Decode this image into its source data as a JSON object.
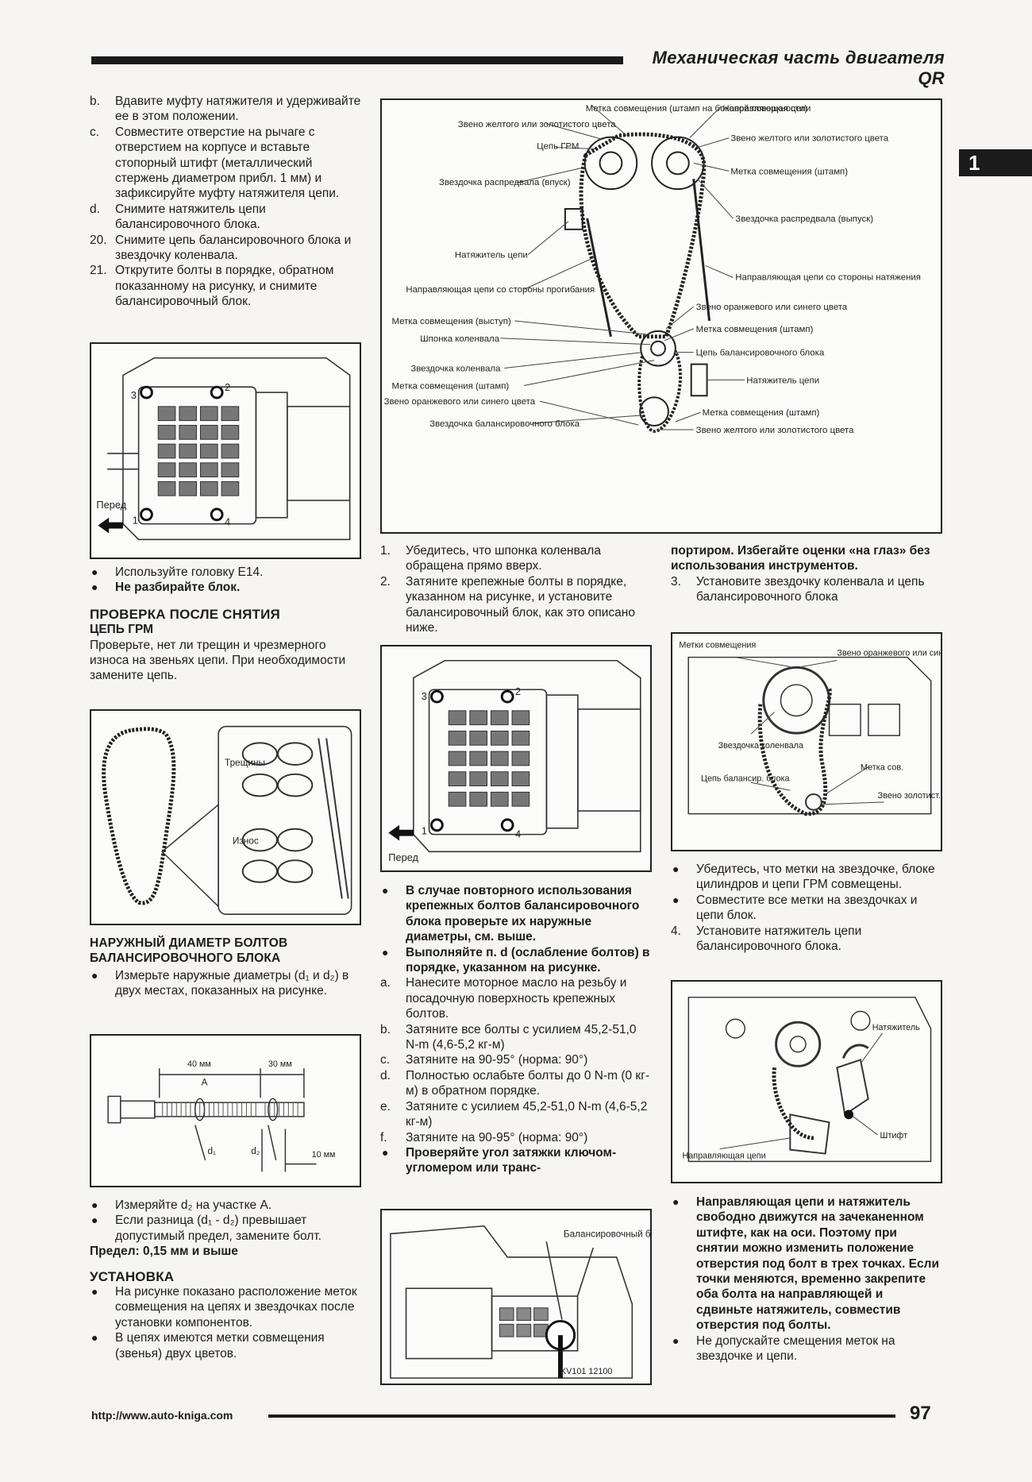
{
  "header": {
    "title": "Механическая часть двигателя QR"
  },
  "chapter_tab": "1",
  "left": {
    "steps_top": [
      {
        "marker": "b.",
        "text": "Вдавите муфту натяжителя и удерживайте ее в этом положении."
      },
      {
        "marker": "c.",
        "text": "Совместите отверстие на рычаге с отверстием на корпусе и вставьте стопорный штифт (металлический стержень диаметром прибл. 1 мм) и зафиксируйте муфту натяжителя цепи."
      },
      {
        "marker": "d.",
        "text": "Снимите натяжитель цепи балансировочного блока."
      },
      {
        "marker": "20.",
        "text": "Снимите цепь балансировочного блока и звездочку коленвала."
      },
      {
        "marker": "21.",
        "text": "Открутите болты в порядке, обратном показанному на рисунку, и снимите балансировочный блок."
      }
    ],
    "fig1": {
      "label_front": "Перед",
      "bolt_numbers": [
        "1",
        "2",
        "3",
        "4"
      ]
    },
    "bullets_after_fig1": [
      {
        "text": "Используйте головку E14.",
        "bold": false
      },
      {
        "text": "Не разбирайте блок.",
        "bold": true
      }
    ],
    "section_check": "ПРОВЕРКА ПОСЛЕ СНЯТИЯ",
    "subsection_chain": "ЦЕПЬ ГРМ",
    "chain_text": "Проверьте, нет ли трещин и чрезмерного износа на звеньях цепи. При необходимости замените цепь.",
    "fig2": {
      "label_cracks": "Трещины",
      "label_wear": "Износ"
    },
    "subsection_bolts": "НАРУЖНЫЙ ДИАМЕТР БОЛТОВ БАЛАНСИРОВОЧНОГО БЛОКА",
    "bolts_bullet": "Измерьте наружные диаметры (d₁ и d₂) в двух местах, показанных на рисунке.",
    "fig3": {
      "dim1": "40 мм",
      "dim2": "30 мм",
      "dim3": "10 мм",
      "label_a": "A",
      "d1": "d₁",
      "d2": "d₂"
    },
    "bullets_after_fig3": [
      "Измеряйте d₂ на участке A.",
      "Если разница (d₁ - d₂) превышает допустимый предел, замените болт."
    ],
    "limit": "Предел: 0,15 мм и выше",
    "section_install": "УСТАНОВКА",
    "install_bullets": [
      "На рисунке показано расположение меток совмещения на цепях и звездочках после установки компонентов.",
      "В цепях имеются метки совмещения (звенья) двух цветов."
    ]
  },
  "fig_main": {
    "labels": [
      "Метка совмещения (штамп на боковой поверхности)",
      "Направляющая цепи",
      "Звено желтого или золотистого цвета",
      "Цепь ГРМ",
      "Звено желтого или золотистого цвета",
      "Метка совмещения (штамп)",
      "Звездочка распредвала (впуск)",
      "Звездочка распредвала (выпуск)",
      "Натяжитель цепи",
      "Направляющая цепи со стороны натяжения",
      "Направляющая цепи со стороны прогибания",
      "Звено оранжевого или синего цвета",
      "Метка совмещения (выступ)",
      "Метка совмещения (штамп)",
      "Шпонка коленвала",
      "Цепь балансировочного блока",
      "Звездочка коленвала",
      "Натяжитель цепи",
      "Метка совмещения (штамп)",
      "Звено оранжевого или синего цвета",
      "Метка совмещения (штамп)",
      "Звездочка балансировочного блока",
      "Звено желтого или золотистого цвета"
    ]
  },
  "middle": {
    "steps": [
      {
        "marker": "1.",
        "text": "Убедитесь, что шпонка коленвала обращена прямо вверх."
      },
      {
        "marker": "2.",
        "text": "Затяните крепежные болты в порядке, указанном на рисунке, и установите балансировочный блок, как это описано ниже."
      }
    ],
    "fig4": {
      "label_front": "Перед",
      "bolt_numbers": [
        "1",
        "2",
        "3",
        "4"
      ]
    },
    "bullets_bold": [
      "В случае повторного использования крепежных болтов балансировочного блока проверьте их наружные диаметры, см. выше.",
      "Выполняйте п. d (ослабление болтов) в порядке, указанном на рисунке."
    ],
    "substeps": [
      {
        "marker": "a.",
        "text": "Нанесите моторное масло на резьбу и посадочную поверхность крепежных болтов."
      },
      {
        "marker": "b.",
        "text": "Затяните все болты с усилием 45,2-51,0 N-m (4,6-5,2 кг-м)"
      },
      {
        "marker": "c.",
        "text": "Затяните на 90-95° (норма: 90°)"
      },
      {
        "marker": "d.",
        "text": "Полностью ослабьте болты до 0 N-m (0 кг-м) в обратном порядке."
      },
      {
        "marker": "e.",
        "text": "Затяните с усилием 45,2-51,0 N-m (4,6-5,2 кг-м)"
      },
      {
        "marker": "f.",
        "text": "Затяните на 90-95° (норма: 90°)"
      }
    ],
    "bullet_angle": "Проверяйте угол затяжки ключом-угломером или транс-",
    "fig5": {
      "label_block": "Балансировочный блок",
      "tool": "KV101 12100"
    }
  },
  "right": {
    "continuation": "портиром. Избегайте оценки «на глаз» без использования инструментов.",
    "step3": {
      "marker": "3.",
      "text": "Установите звездочку коленвала и цепь балансировочного блока"
    },
    "fig6": {
      "label_marks": "Метки совмещения",
      "label_orange": "Звено оранжевого или синего цвета",
      "label_sprocket": "Звездочка коленвала",
      "label_chain": "Цепь балансир. блока",
      "label_mark": "Метка сов.",
      "label_gold": "Звено золотист. или желт. цвета"
    },
    "bullets": [
      "Убедитесь, что метки на звездочке, блоке цилиндров и цепи ГРМ совмещены.",
      "Совместите все метки на звездочках и цепи блок."
    ],
    "step4": {
      "marker": "4.",
      "text": "Установите натяжитель цепи балансировочного блока."
    },
    "fig7": {
      "label_tensioner": "Натяжитель",
      "label_pin": "Штифт",
      "label_guide": "Направляющая цепи"
    },
    "bullet_bold": "Направляющая цепи и натяжитель свободно движутся на зачеканенном штифте, как на оси. Поэтому при снятии можно изменить положение отверстия под болт в трех точках. Если точки меняются, временно закрепите оба болта на направляющей и сдвиньте натяжитель, совместив отверстия под болты.",
    "bullet_last": "Не допускайте смещения меток на звездочке и цепи."
  },
  "footer": {
    "url": "http://www.auto-kniga.com",
    "page": "97"
  }
}
